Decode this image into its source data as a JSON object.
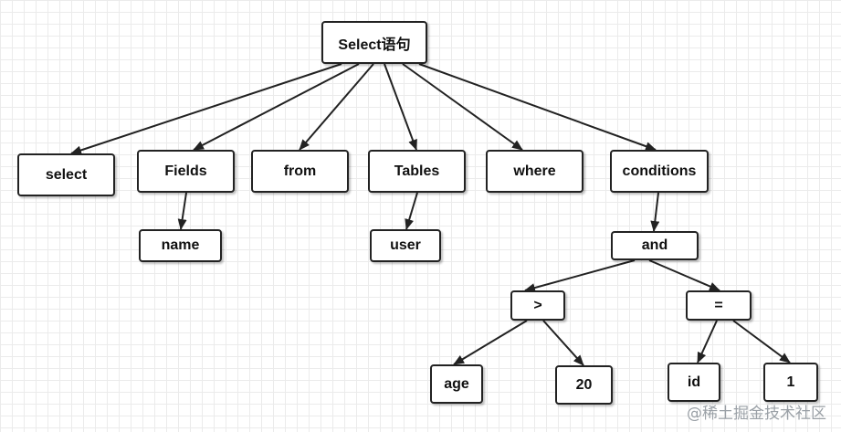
{
  "nodes": {
    "root": "Select语句",
    "select": "select",
    "fields": "Fields",
    "from": "from",
    "tables": "Tables",
    "where": "where",
    "conditions": "conditions",
    "name": "name",
    "user": "user",
    "and": "and",
    "gt": ">",
    "eq": "=",
    "age": "age",
    "twenty": "20",
    "id": "id",
    "one": "1"
  },
  "watermark": "@稀土掘金技术社区",
  "colors": {
    "stroke": "#222222",
    "grid": "#ebebeb",
    "background": "#ffffff"
  }
}
